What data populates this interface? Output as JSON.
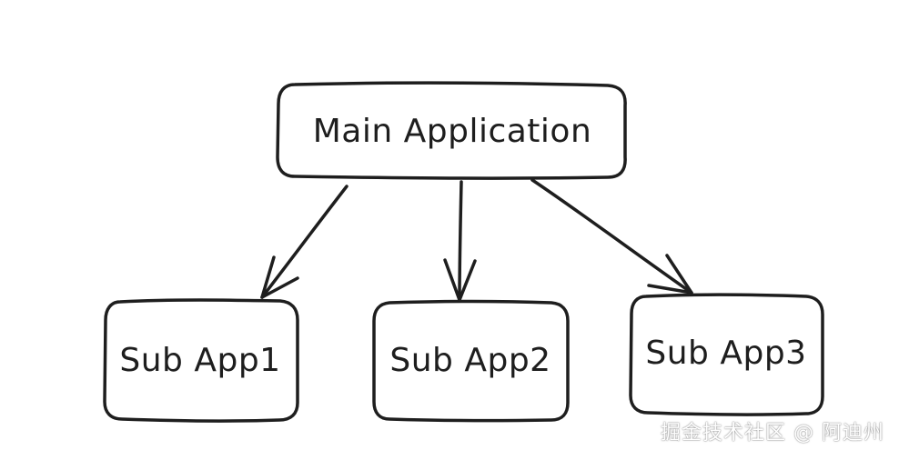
{
  "nodes": {
    "main": {
      "label": "Main Application"
    },
    "sub1": {
      "label": "Sub App1"
    },
    "sub2": {
      "label": "Sub App2"
    },
    "sub3": {
      "label": "Sub App3"
    }
  },
  "watermark": {
    "text": "掘金技术社区 @ 阿迪州"
  },
  "colors": {
    "stroke": "#1e1e1e",
    "background": "#ffffff"
  }
}
